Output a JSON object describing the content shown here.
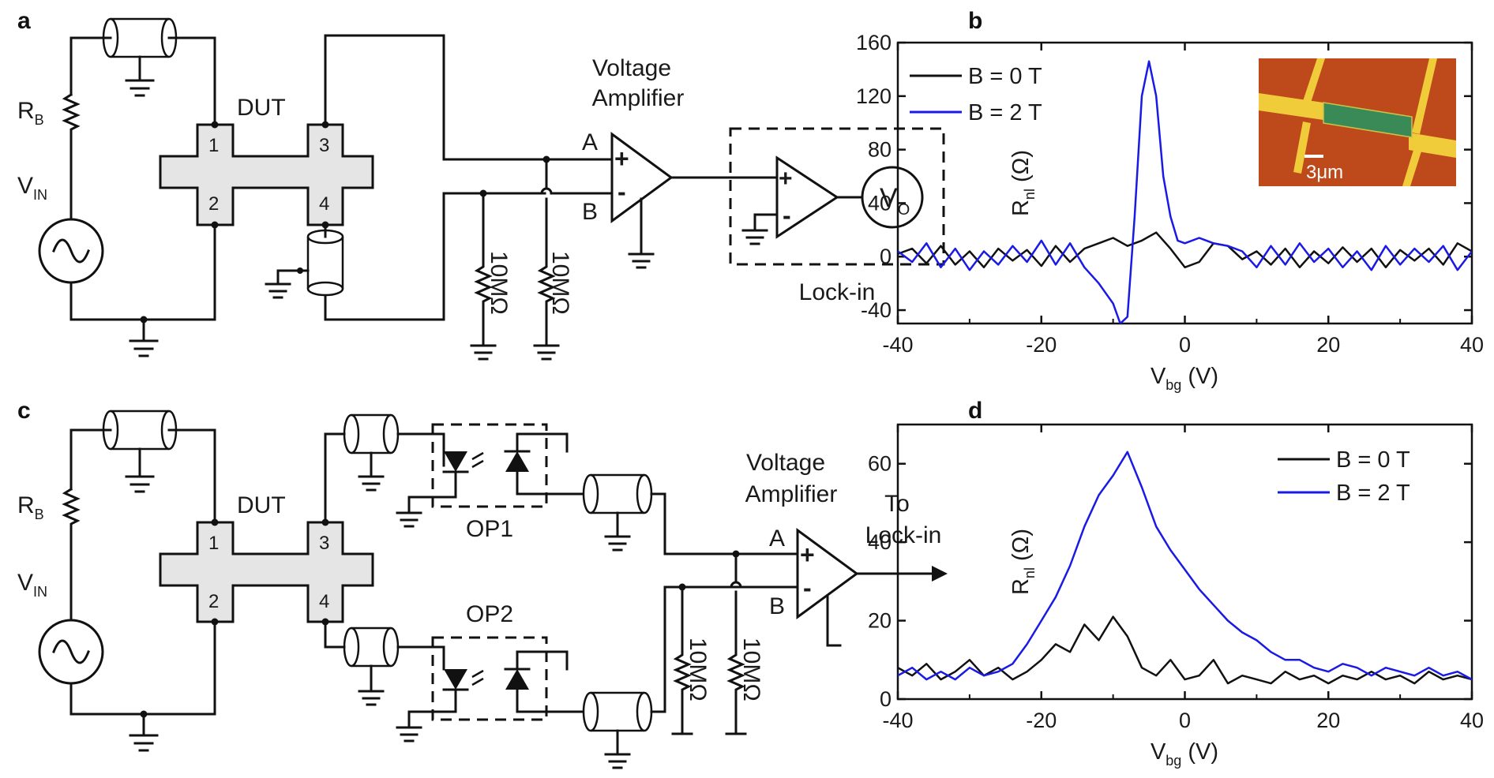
{
  "panels": {
    "a": "a",
    "b": "b",
    "c": "c",
    "d": "d"
  },
  "circuit_a": {
    "rb_main": "R",
    "rb_sub": "B",
    "vin_main": "V",
    "vin_sub": "IN",
    "dut": "DUT",
    "terminals": [
      "1",
      "2",
      "3",
      "4"
    ],
    "amp_title_1": "Voltage",
    "amp_title_2": "Amplifier",
    "amp_in_a": "A",
    "amp_in_b": "B",
    "plus": "+",
    "minus": "-",
    "resistor_1": "10MΩ",
    "resistor_2": "10MΩ",
    "lockin": "Lock-in",
    "vo_main": "V",
    "vo_sub": "O"
  },
  "circuit_c": {
    "rb_main": "R",
    "rb_sub": "B",
    "vin_main": "V",
    "vin_sub": "IN",
    "dut": "DUT",
    "terminals": [
      "1",
      "2",
      "3",
      "4"
    ],
    "op1": "OP1",
    "op2": "OP2",
    "amp_title_1": "Voltage",
    "amp_title_2": "Amplifier",
    "amp_in_a": "A",
    "amp_in_b": "B",
    "plus": "+",
    "minus": "-",
    "resistor_1": "10MΩ",
    "resistor_2": "10MΩ",
    "out_1": "To",
    "out_2": "Lock-in"
  },
  "inset": {
    "scalebar": "3μm"
  },
  "chart_data": [
    {
      "panel": "b",
      "type": "line",
      "xlabel_main": "V",
      "xlabel_sub": "bg",
      "xlabel_unit": " (V)",
      "ylabel_main": "R",
      "ylabel_sub": "nl",
      "ylabel_unit": " (Ω)",
      "xlim": [
        -40,
        40
      ],
      "ylim": [
        -50,
        160
      ],
      "xticks": [
        -40,
        -20,
        0,
        20,
        40
      ],
      "yticks": [
        -40,
        0,
        40,
        80,
        120,
        160
      ],
      "legend_position": "top-left",
      "series": [
        {
          "name": "B = 0 T",
          "color": "#111111",
          "x": [
            -40,
            -38,
            -36,
            -34,
            -32,
            -30,
            -28,
            -26,
            -24,
            -22,
            -20,
            -18,
            -16,
            -14,
            -12,
            -10,
            -8,
            -6,
            -4,
            -2,
            0,
            2,
            4,
            6,
            8,
            10,
            12,
            14,
            16,
            18,
            20,
            22,
            24,
            26,
            28,
            30,
            32,
            34,
            36,
            38,
            40
          ],
          "y": [
            2,
            6,
            -5,
            8,
            -6,
            4,
            -8,
            6,
            -3,
            5,
            -7,
            8,
            -4,
            6,
            10,
            14,
            8,
            12,
            18,
            6,
            -8,
            -4,
            10,
            8,
            -2,
            4,
            -6,
            6,
            -8,
            4,
            -5,
            7,
            -4,
            6,
            -8,
            5,
            -3,
            6,
            -6,
            10,
            4
          ]
        },
        {
          "name": "B = 2 T",
          "color": "#1a1ae6",
          "x": [
            -40,
            -38,
            -36,
            -34,
            -32,
            -30,
            -28,
            -26,
            -24,
            -22,
            -20,
            -18,
            -16,
            -14,
            -12,
            -10,
            -9,
            -8,
            -7,
            -6,
            -5,
            -4,
            -3,
            -2,
            -1,
            0,
            2,
            4,
            6,
            8,
            10,
            12,
            14,
            16,
            18,
            20,
            22,
            24,
            26,
            28,
            30,
            32,
            34,
            36,
            38,
            40
          ],
          "y": [
            4,
            -4,
            10,
            -8,
            6,
            -10,
            4,
            -6,
            8,
            -4,
            12,
            -6,
            10,
            -8,
            -20,
            -35,
            -50,
            -45,
            30,
            120,
            146,
            120,
            60,
            30,
            12,
            10,
            14,
            10,
            8,
            4,
            -8,
            8,
            -6,
            10,
            -4,
            6,
            -8,
            4,
            -10,
            8,
            -6,
            6,
            -4,
            8,
            -10,
            4
          ]
        }
      ]
    },
    {
      "panel": "d",
      "type": "line",
      "xlabel_main": "V",
      "xlabel_sub": "bg",
      "xlabel_unit": " (V)",
      "ylabel_main": "R",
      "ylabel_sub": "nl",
      "ylabel_unit": " (Ω)",
      "xlim": [
        -40,
        40
      ],
      "ylim": [
        0,
        70
      ],
      "xticks": [
        -40,
        -20,
        0,
        20,
        40
      ],
      "yticks": [
        0,
        20,
        40,
        60
      ],
      "legend_position": "top-right",
      "series": [
        {
          "name": "B = 0 T",
          "color": "#111111",
          "x": [
            -40,
            -38,
            -36,
            -34,
            -32,
            -30,
            -28,
            -26,
            -24,
            -22,
            -20,
            -18,
            -16,
            -14,
            -12,
            -10,
            -8,
            -6,
            -4,
            -2,
            0,
            2,
            4,
            6,
            8,
            10,
            12,
            14,
            16,
            18,
            20,
            22,
            24,
            26,
            28,
            30,
            32,
            34,
            36,
            38,
            40
          ],
          "y": [
            8,
            6,
            9,
            5,
            7,
            10,
            6,
            8,
            5,
            7,
            10,
            14,
            12,
            19,
            15,
            21,
            16,
            8,
            6,
            10,
            5,
            6,
            10,
            4,
            6,
            5,
            4,
            7,
            5,
            6,
            4,
            6,
            5,
            7,
            5,
            6,
            4,
            7,
            5,
            6,
            5
          ]
        },
        {
          "name": "B = 2 T",
          "color": "#1a1ae6",
          "x": [
            -40,
            -38,
            -36,
            -34,
            -32,
            -30,
            -28,
            -26,
            -24,
            -22,
            -20,
            -18,
            -16,
            -14,
            -12,
            -10,
            -8,
            -6,
            -4,
            -2,
            0,
            2,
            4,
            6,
            8,
            10,
            12,
            14,
            16,
            18,
            20,
            22,
            24,
            26,
            28,
            30,
            32,
            34,
            36,
            38,
            40
          ],
          "y": [
            6,
            8,
            5,
            7,
            5,
            8,
            6,
            7,
            9,
            14,
            20,
            26,
            34,
            44,
            52,
            57,
            63,
            54,
            44,
            38,
            33,
            28,
            24,
            20,
            17,
            15,
            12,
            10,
            10,
            8,
            7,
            9,
            8,
            6,
            8,
            7,
            6,
            8,
            6,
            7,
            5
          ]
        }
      ]
    }
  ]
}
